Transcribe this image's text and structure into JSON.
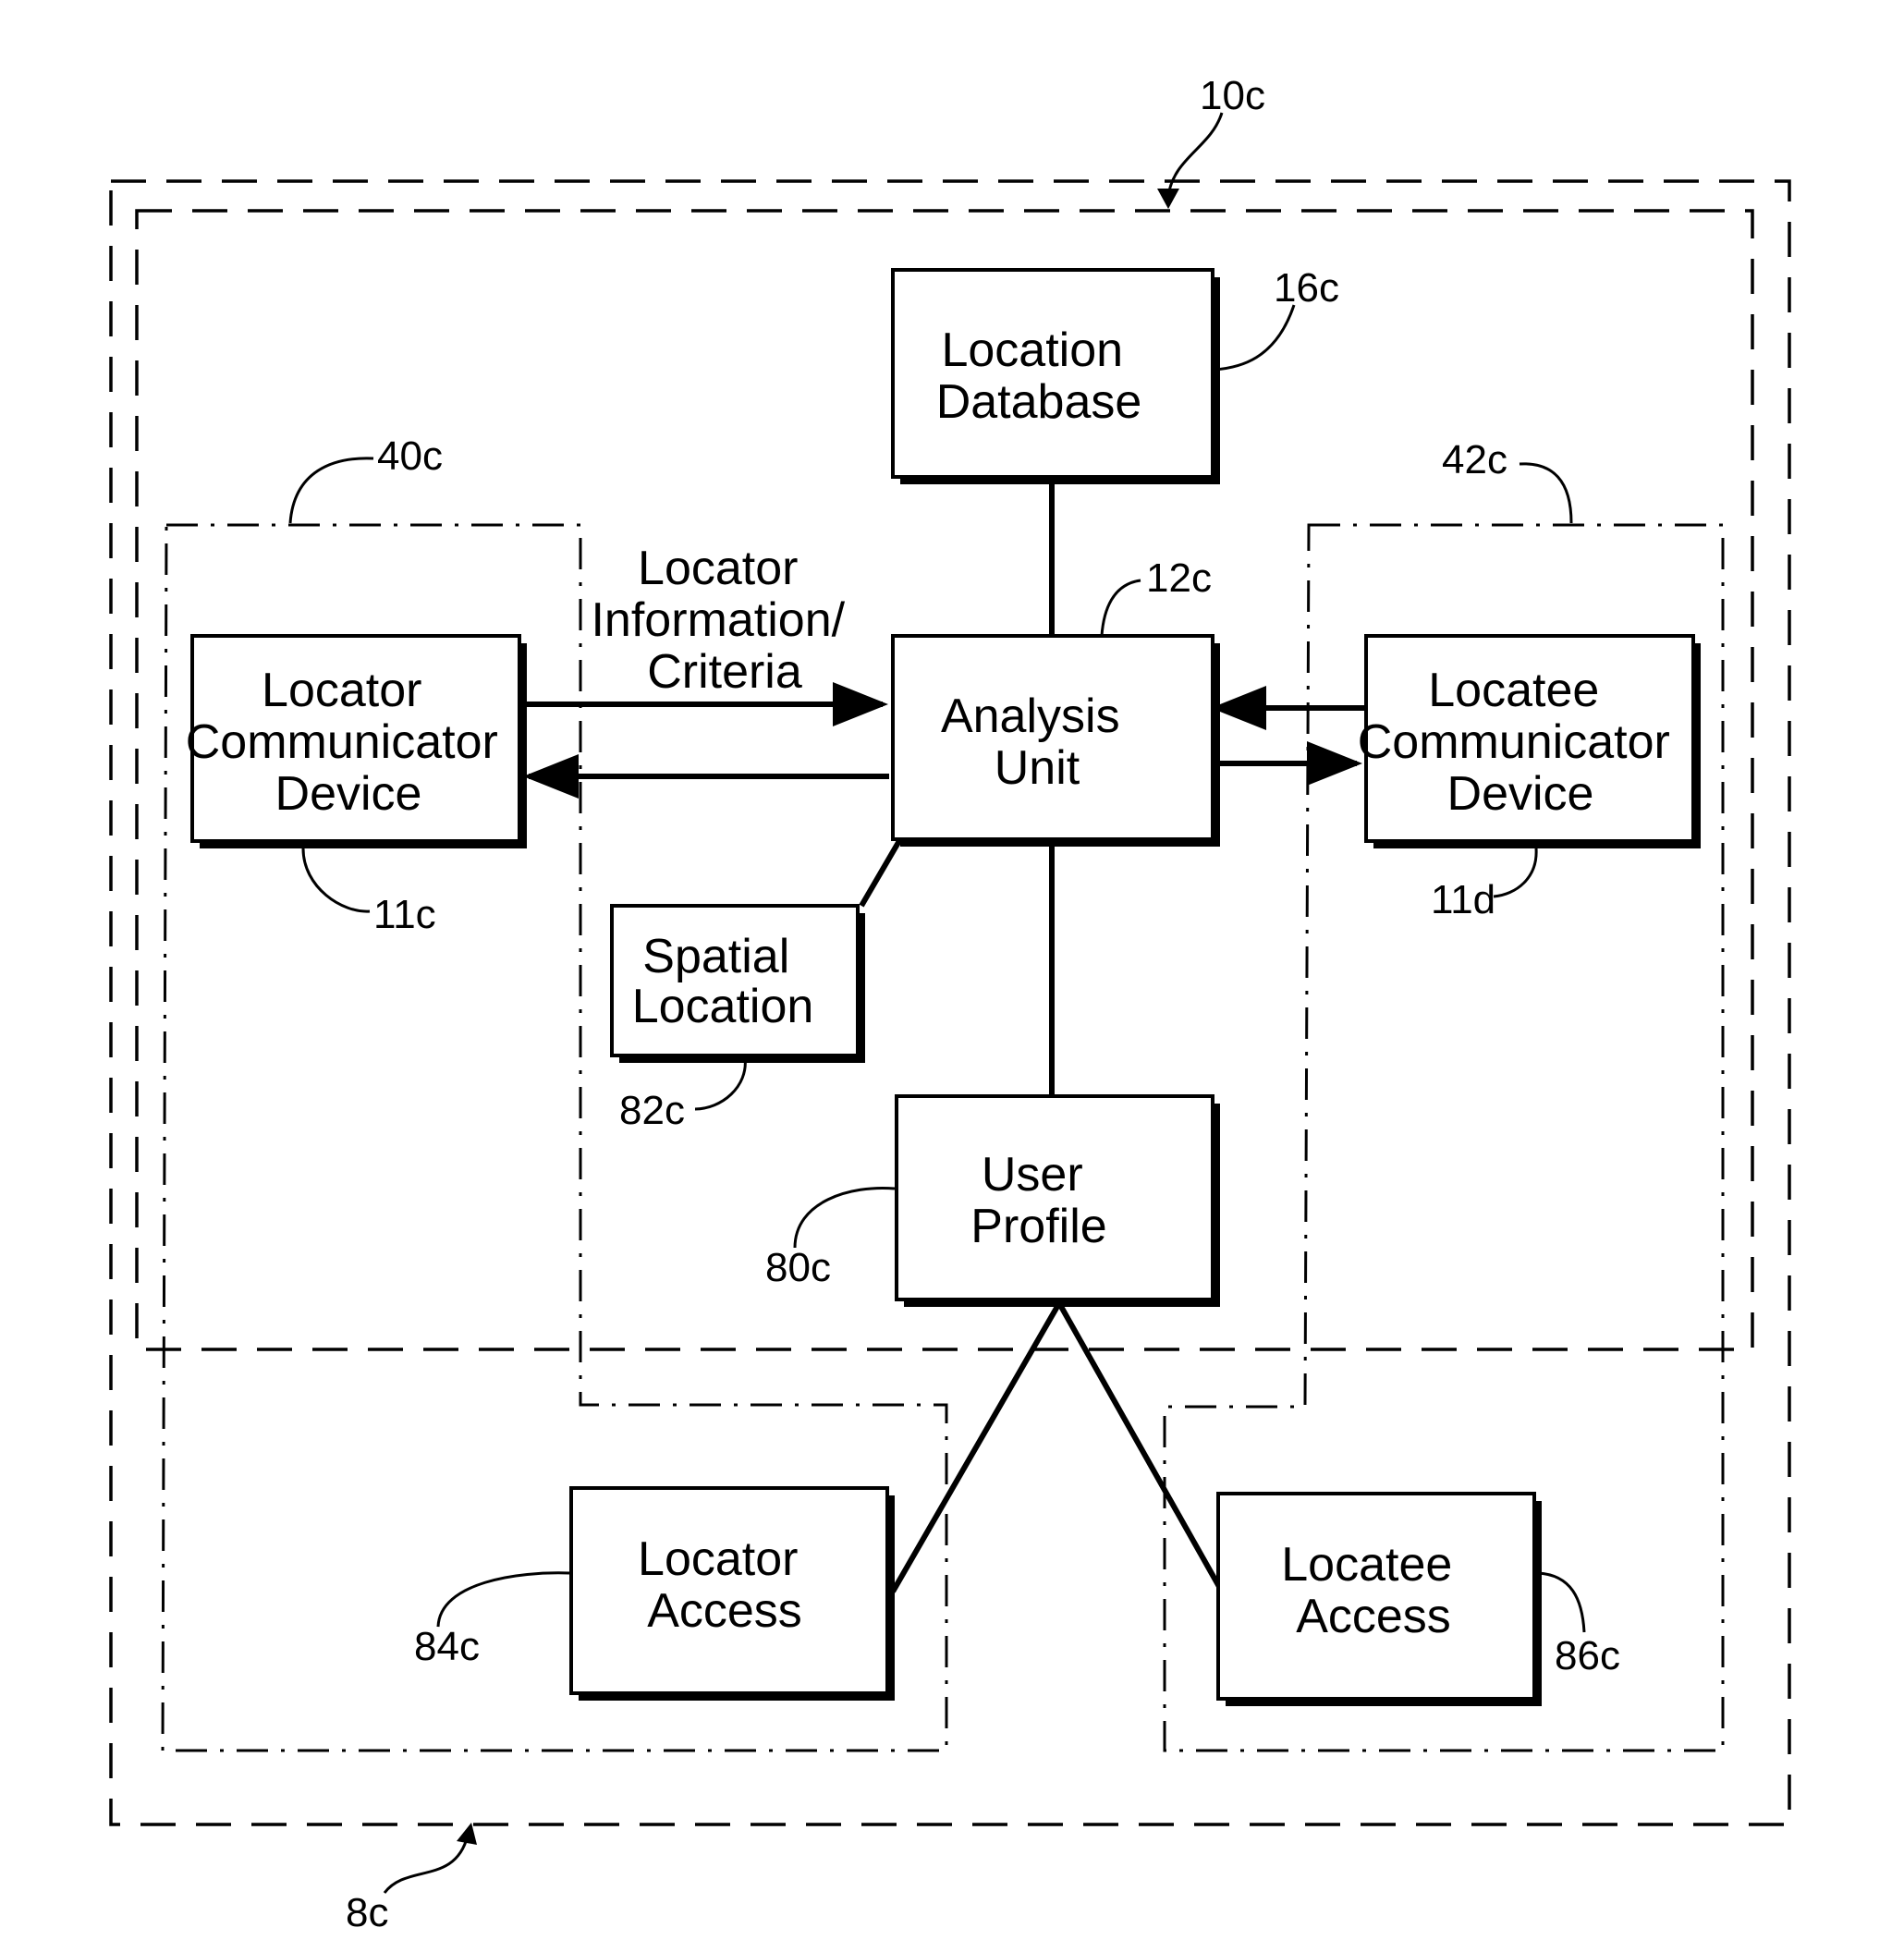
{
  "boxes": {
    "location_database": [
      "Location",
      "Database"
    ],
    "analysis_unit": [
      "Analysis",
      "Unit"
    ],
    "locator_device": [
      "Locator",
      "Communicator",
      "Device"
    ],
    "locatee_device": [
      "Locatee",
      "Communicator",
      "Device"
    ],
    "spatial_location": [
      "Spatial",
      "Location"
    ],
    "user_profile": [
      "User",
      "Profile"
    ],
    "locator_access": [
      "Locator",
      "Access"
    ],
    "locatee_access": [
      "Locatee",
      "Access"
    ]
  },
  "edge_label": [
    "Locator",
    "Information/",
    "Criteria"
  ],
  "refs": {
    "outer_system": "8c",
    "inner_system": "10c",
    "location_database": "16c",
    "analysis_unit": "12c",
    "locator_group": "40c",
    "locatee_group": "42c",
    "locator_device": "11c",
    "locatee_device": "11d",
    "spatial_location": "82c",
    "user_profile": "80c",
    "locator_access": "84c",
    "locatee_access": "86c"
  }
}
